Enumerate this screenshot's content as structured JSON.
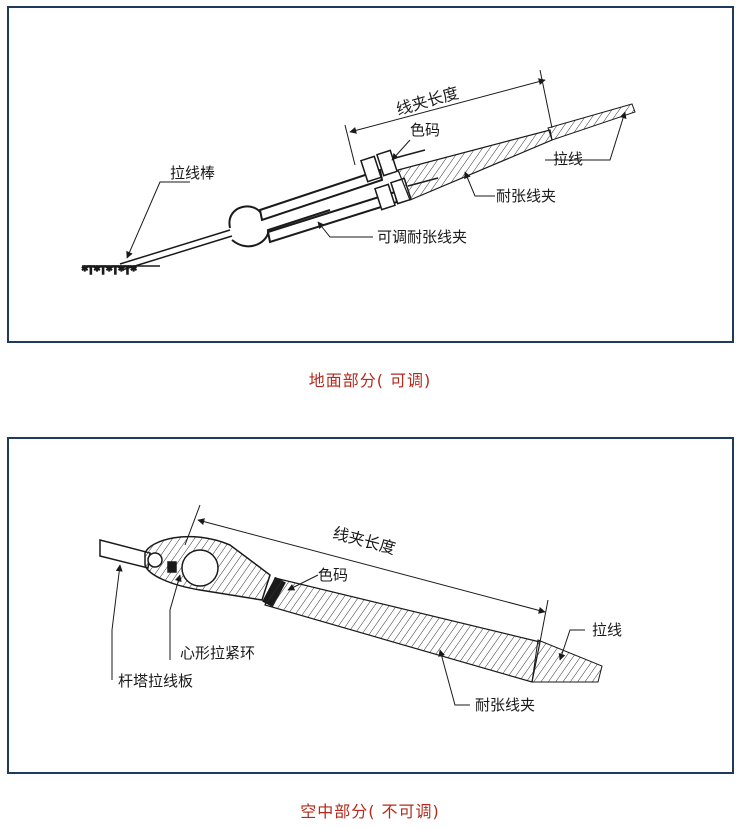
{
  "top_diagram": {
    "caption": "地面部分(  可调)",
    "labels": {
      "clamp_length": "线夹长度",
      "color_code": "色码",
      "guy_wire": "拉线",
      "tension_clamp": "耐张线夹",
      "stay_rod": "拉线棒",
      "adjustable_clamp": "可调耐张线夹"
    }
  },
  "bottom_diagram": {
    "caption": "空中部分(  不可调)",
    "labels": {
      "clamp_length": "线夹长度",
      "color_code": "色码",
      "guy_wire": "拉线",
      "heart_thimble": "心形拉紧环",
      "tower_plate": "杆塔拉线板",
      "tension_clamp": "耐张线夹"
    }
  },
  "colors": {
    "frame": "#1f3a5f",
    "caption": "#b52a1c",
    "line": "#1a1a1a"
  }
}
